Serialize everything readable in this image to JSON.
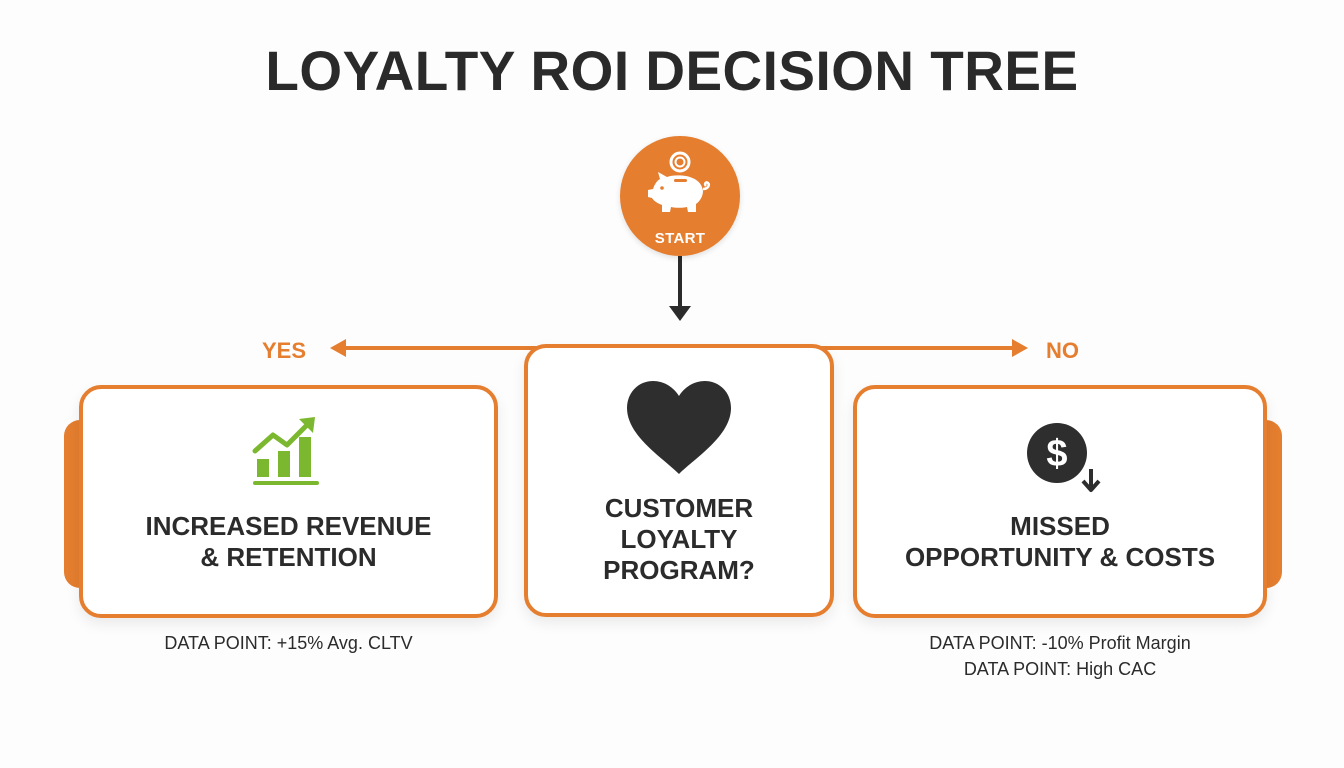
{
  "title": "LOYALTY ROI DECISION TREE",
  "colors": {
    "accent": "#e57e2f",
    "text": "#2b2b2b",
    "positive": "#7cb82f",
    "background": "#fdfdfd"
  },
  "start": {
    "icon": "piggy-bank-icon",
    "label": "START"
  },
  "decision": {
    "icon": "heart-icon",
    "lines": [
      "CUSTOMER",
      "LOYALTY",
      "PROGRAM?"
    ]
  },
  "branches": {
    "yes": {
      "label": "YES",
      "icon": "growth-chart-icon",
      "outcome_lines": [
        "INCREASED REVENUE",
        "& RETENTION"
      ],
      "data_points": [
        "DATA POINT: +15% Avg. CLTV"
      ]
    },
    "no": {
      "label": "NO",
      "icon": "dollar-down-icon",
      "outcome_lines": [
        "MISSED",
        "OPPORTUNITY & COSTS"
      ],
      "data_points": [
        "DATA POINT: -10% Profit Margin",
        "DATA POINT: High CAC"
      ]
    }
  }
}
